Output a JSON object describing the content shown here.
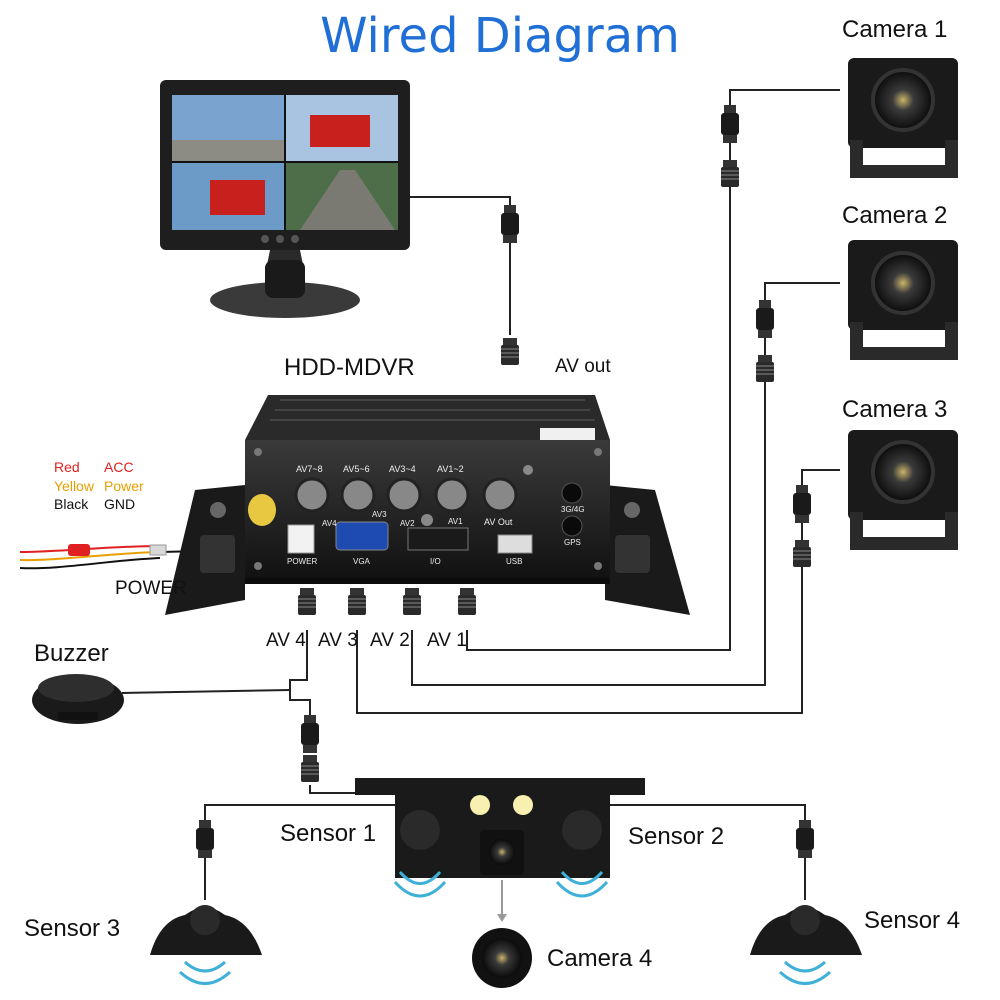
{
  "title": "Wired Diagram",
  "devices": {
    "dvr": "HDD-MDVR",
    "av_out": "AV out",
    "buzzer": "Buzzer",
    "power": "POWER"
  },
  "cameras": [
    "Camera 1",
    "Camera 2",
    "Camera 3",
    "Camera 4"
  ],
  "sensors": [
    "Sensor 1",
    "Sensor 2",
    "Sensor 3",
    "Sensor 4"
  ],
  "ports": [
    "AV 4",
    "AV 3",
    "AV 2",
    "AV 1"
  ],
  "dvr_panel": {
    "top": [
      "AV7~8",
      "AV5~6",
      "AV3~4",
      "AV1~2",
      "AV Out"
    ],
    "bottom": [
      "AV4",
      "AV3",
      "AV2",
      "AV1"
    ],
    "connectors": [
      "POWER",
      "VGA",
      "I/O",
      "USB",
      "3G/4G",
      "GPS"
    ]
  },
  "power_wires": [
    {
      "color_name": "Red",
      "function": "ACC",
      "hex": "#e02020"
    },
    {
      "color_name": "Yellow",
      "function": "Power",
      "hex": "#e8a000"
    },
    {
      "color_name": "Black",
      "function": "GND",
      "hex": "#111111"
    }
  ],
  "colors": {
    "title": "#1f6fd6",
    "wire": "#222222",
    "device": "#1a1a1a",
    "signal": "#3fb0d8"
  }
}
